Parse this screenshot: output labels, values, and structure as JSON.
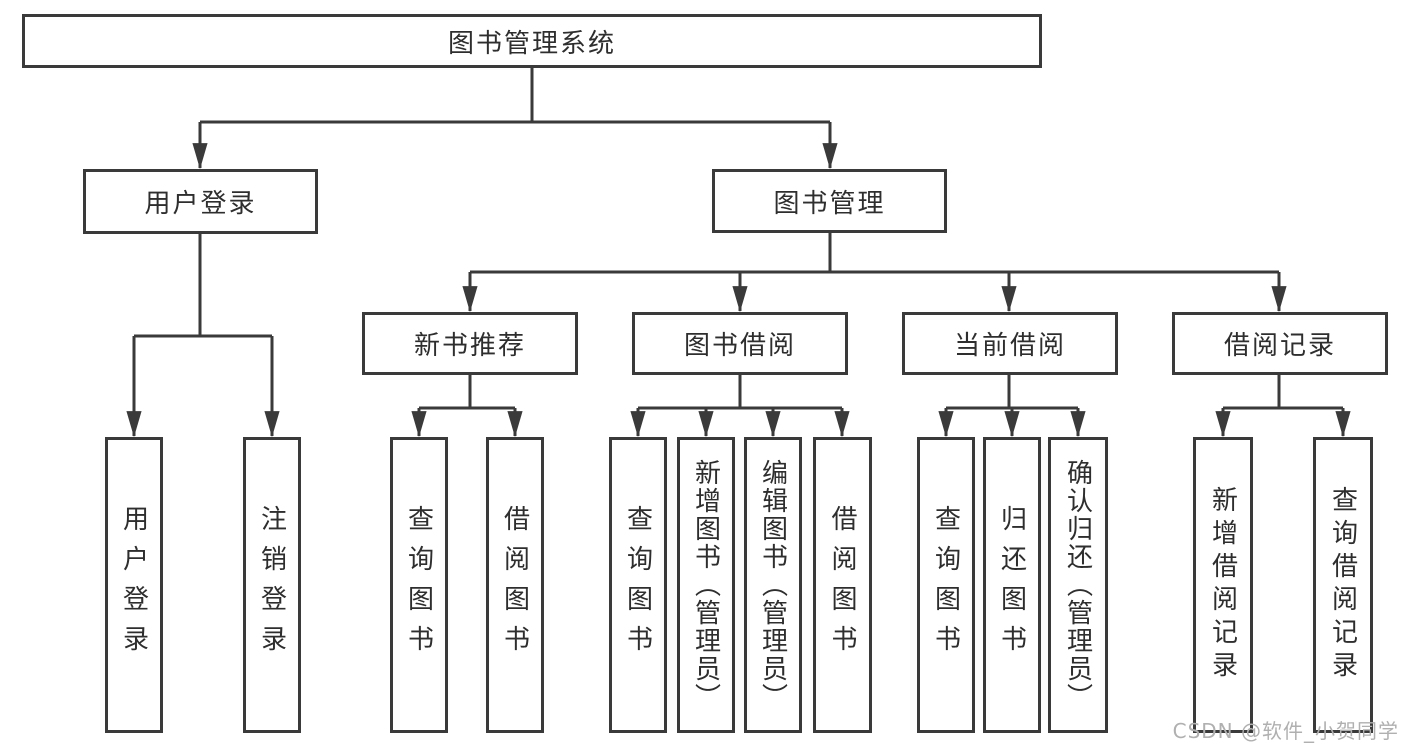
{
  "diagram": {
    "root_label": "图书管理系统",
    "level1": {
      "user_login": "用户登录",
      "book_mgmt": "图书管理"
    },
    "modules": [
      "新书推荐",
      "图书借阅",
      "当前借阅",
      "借阅记录"
    ],
    "leaves": {
      "user_login": [
        "用户登录",
        "注销登录"
      ],
      "recommend": [
        "查询图书",
        "借阅图书"
      ],
      "borrow": [
        "查询图书",
        "新增图书（管理员）",
        "编辑图书（管理员）",
        "借阅图书"
      ],
      "current": [
        "查询图书",
        "归还图书",
        "确认归还（管理员）"
      ],
      "records": [
        "新增借阅记录",
        "查询借阅记录"
      ]
    },
    "watermark": "CSDN @软件_小贺同学",
    "colors": {
      "line": "#3a3a3a",
      "text": "#2e2e2e",
      "watermark": "#b0b0b0"
    }
  }
}
